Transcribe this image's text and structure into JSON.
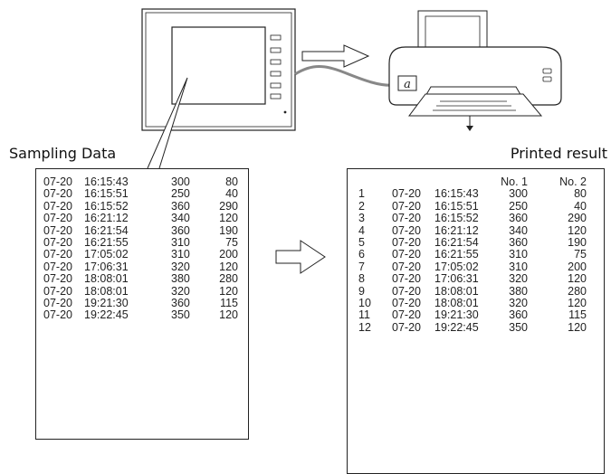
{
  "captions": {
    "sampling": "Sampling Data",
    "printed": "Printed result"
  },
  "printed_headers": [
    "No. 1",
    "No. 2"
  ],
  "rows": [
    {
      "no": "1",
      "date": "07-20",
      "time": "16:15:43",
      "v1": "300",
      "v2": "80"
    },
    {
      "no": "2",
      "date": "07-20",
      "time": "16:15:51",
      "v1": "250",
      "v2": "40"
    },
    {
      "no": "3",
      "date": "07-20",
      "time": "16:15:52",
      "v1": "360",
      "v2": "290"
    },
    {
      "no": "4",
      "date": "07-20",
      "time": "16:21:12",
      "v1": "340",
      "v2": "120"
    },
    {
      "no": "5",
      "date": "07-20",
      "time": "16:21:54",
      "v1": "360",
      "v2": "190"
    },
    {
      "no": "6",
      "date": "07-20",
      "time": "16:21:55",
      "v1": "310",
      "v2": "75"
    },
    {
      "no": "7",
      "date": "07-20",
      "time": "17:05:02",
      "v1": "310",
      "v2": "200"
    },
    {
      "no": "8",
      "date": "07-20",
      "time": "17:06:31",
      "v1": "320",
      "v2": "120"
    },
    {
      "no": "9",
      "date": "07-20",
      "time": "18:08:01",
      "v1": "380",
      "v2": "280"
    },
    {
      "no": "10",
      "date": "07-20",
      "time": "18:08:01",
      "v1": "320",
      "v2": "120"
    },
    {
      "no": "11",
      "date": "07-20",
      "time": "19:21:30",
      "v1": "360",
      "v2": "115"
    },
    {
      "no": "12",
      "date": "07-20",
      "time": "19:22:45",
      "v1": "350",
      "v2": "120"
    }
  ]
}
